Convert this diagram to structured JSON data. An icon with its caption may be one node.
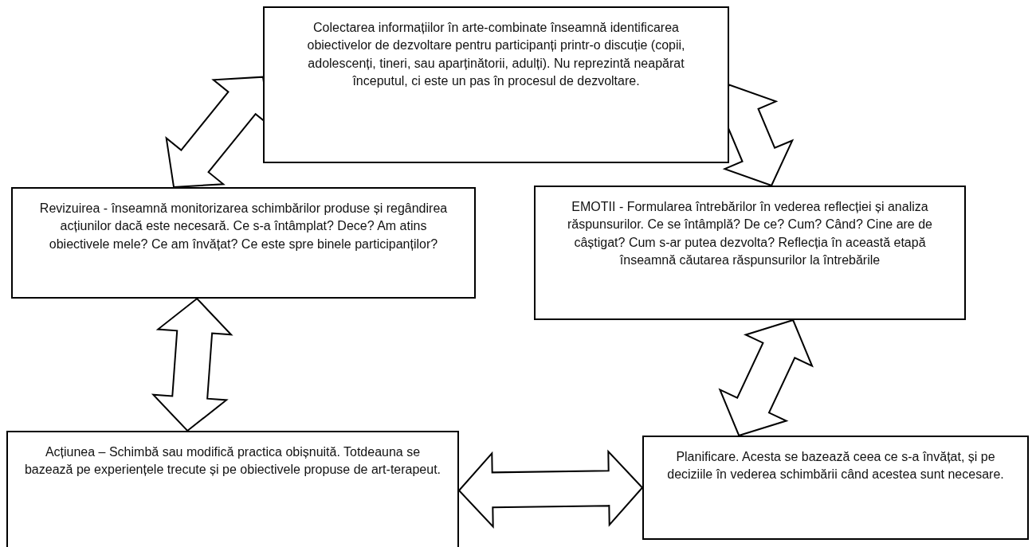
{
  "diagram": {
    "nodes": [
      {
        "text": [
          "Colectarea informațiilor în arte-combinate înseamnă identificarea obiectivelor de dezvoltare pentru participanți printr-o discuție (copii, adolescenți, tineri, sau aparținătorii, adulți). Nu reprezintă neapărat începutul, ci este un pas în procesul de dezvoltare."
        ]
      },
      {
        "text": [
          "Revizuirea  - înseamnă monitorizarea schimbărilor produse și regândirea acțiunilor dacă este necesară. Ce s-a întâmplat? Dece? Am atins obiectivele mele? Ce am învățat? Ce este spre binele participanților?"
        ]
      },
      {
        "text": [
          "EMOTII - Formularea întrebărilor în vederea reflecției și analiza răspunsurilor. Ce se întâmplă? De ce? Cum? Când? Cine are de câștigat? Cum s-ar putea dezvolta? Reflecția în această etapă înseamnă căutarea răspunsurilor la întrebările"
        ]
      },
      {
        "text": [
          "Acțiunea – Schimbă sau modifică practica obișnuită. Totdeauna se bazează pe experiențele trecute și pe obiectivele propuse de art-terapeut."
        ]
      },
      {
        "text": [
          "Planificare. Acesta se bazează ceea ce s-a învățat, și pe deciziile în vederea schimbării când acestea sunt necesare."
        ]
      }
    ],
    "edges": [
      {
        "from": 0,
        "to": 2,
        "arrow": "both"
      },
      {
        "from": 2,
        "to": 4,
        "arrow": "both"
      },
      {
        "from": 4,
        "to": 3,
        "arrow": "both"
      },
      {
        "from": 3,
        "to": 1,
        "arrow": "both"
      },
      {
        "from": 1,
        "to": 0,
        "arrow": "both"
      }
    ]
  }
}
